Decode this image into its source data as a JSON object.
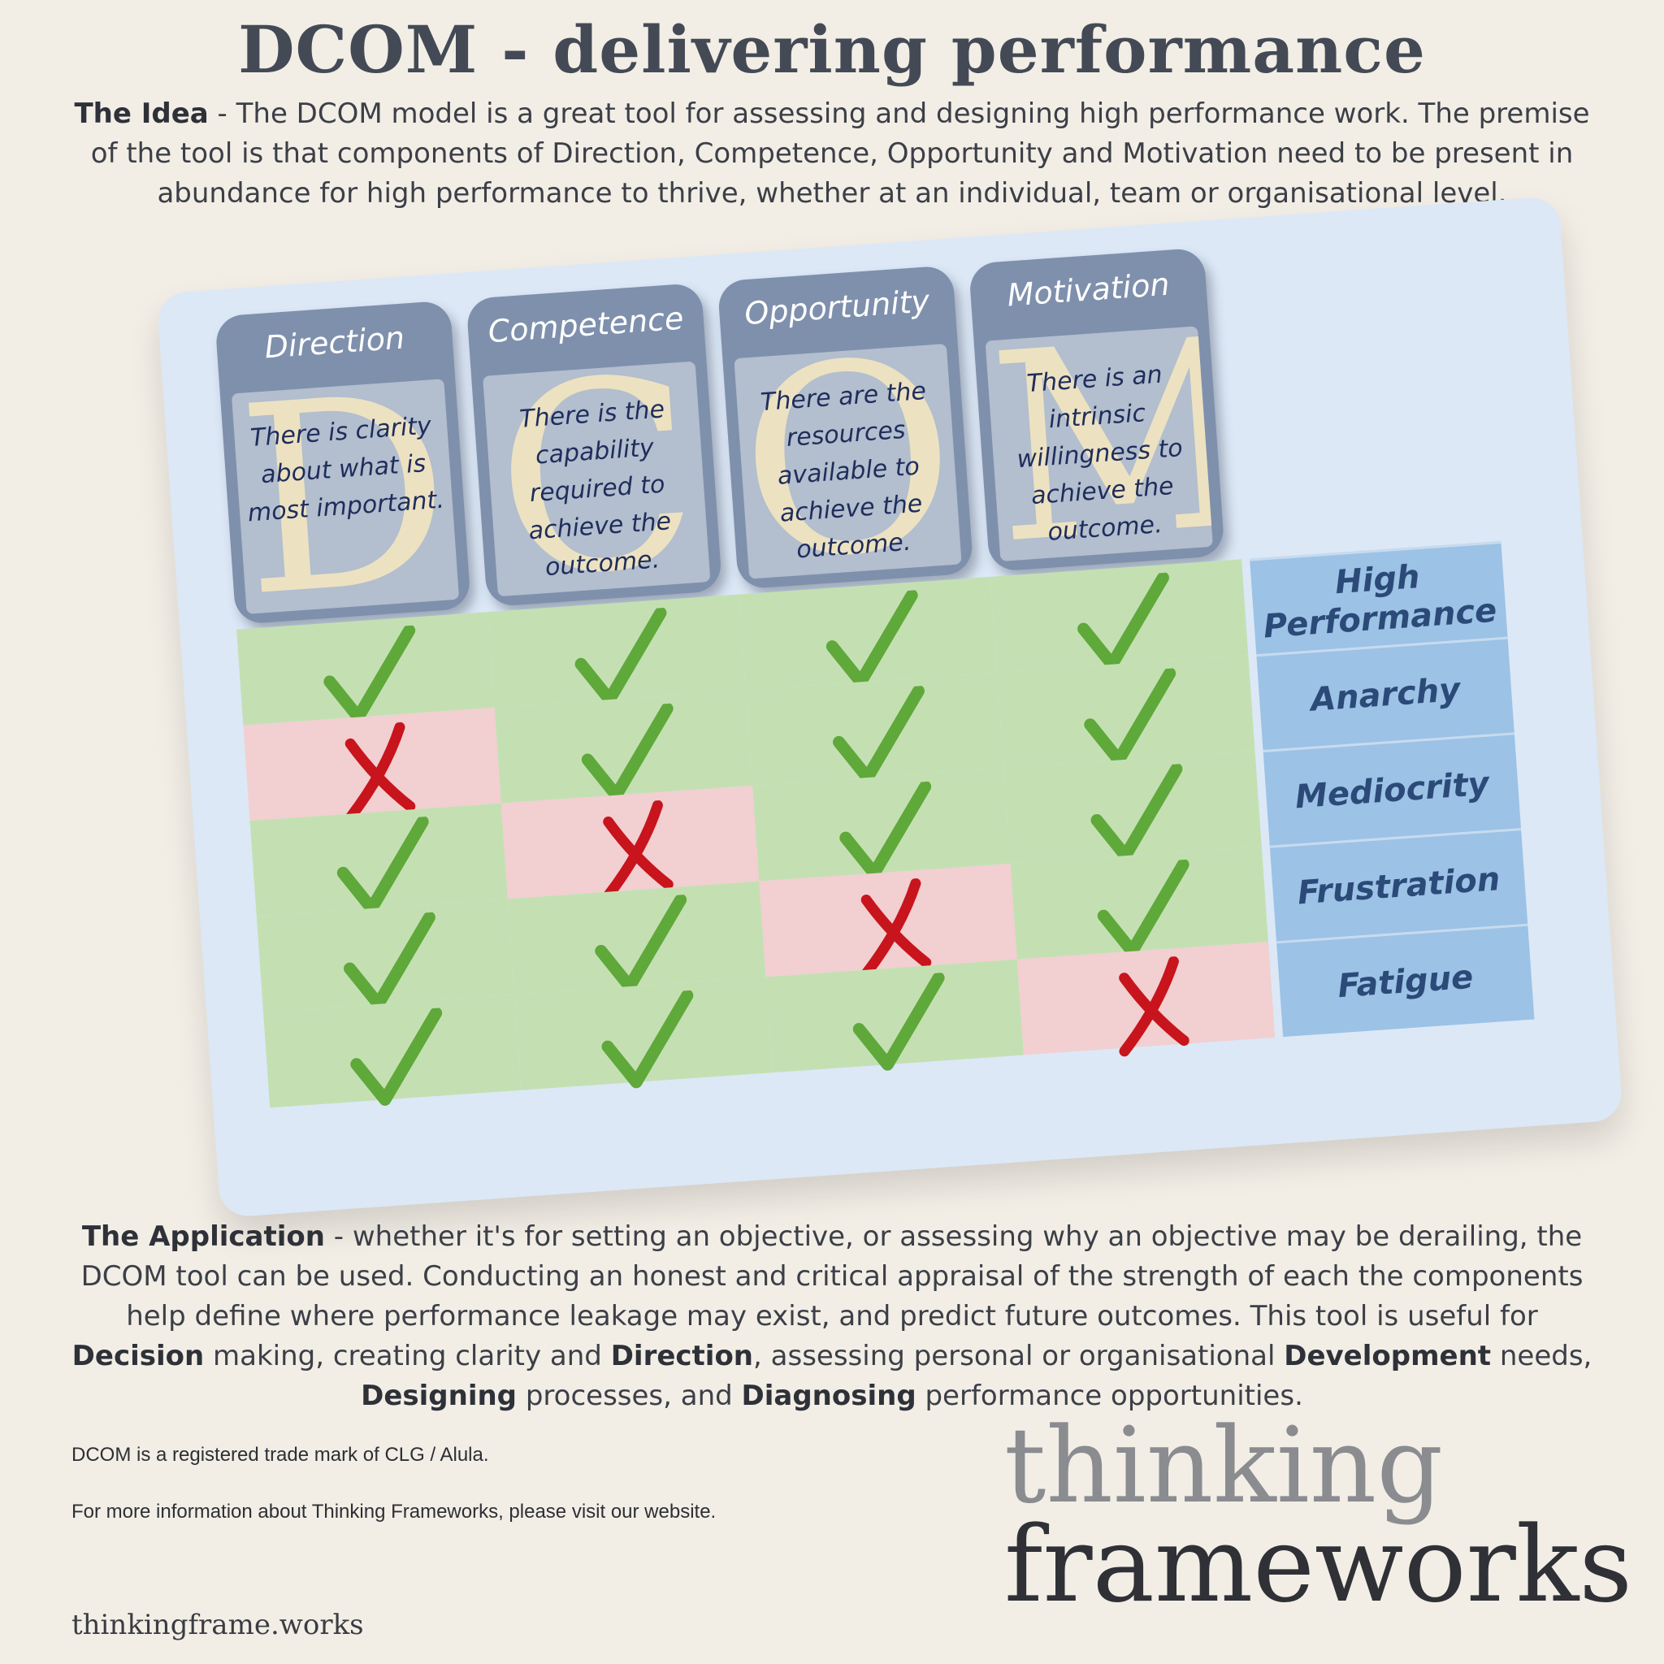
{
  "title": "DCOM - delivering performance",
  "idea": {
    "label": "The Idea",
    "text": " - The DCOM model is a great tool for assessing and designing high performance work.  The premise of the tool is that components of Direction, Competence, Opportunity and Motivation need to be present in abundance for high performance to thrive, whether at an individual, team or organisational level."
  },
  "columns": [
    {
      "name": "Direction",
      "letter": "D",
      "text": "There is clarity about what is most important."
    },
    {
      "name": "Competence",
      "letter": "C",
      "text": "There is the capability required to achieve the outcome."
    },
    {
      "name": "Opportunity",
      "letter": "O",
      "text": "There are the resources available to achieve the outcome."
    },
    {
      "name": "Motivation",
      "letter": "M",
      "text": "There is an intrinsic willingness to achieve the outcome."
    }
  ],
  "outcomes": [
    {
      "label": "High Performance",
      "marks": [
        "check",
        "check",
        "check",
        "check"
      ]
    },
    {
      "label": "Anarchy",
      "marks": [
        "cross",
        "check",
        "check",
        "check"
      ]
    },
    {
      "label": "Mediocrity",
      "marks": [
        "check",
        "cross",
        "check",
        "check"
      ]
    },
    {
      "label": "Frustration",
      "marks": [
        "check",
        "check",
        "cross",
        "check"
      ]
    },
    {
      "label": "Fatigue",
      "marks": [
        "check",
        "check",
        "check",
        "cross"
      ]
    }
  ],
  "application": {
    "label": "The Application",
    "text1": " -  whether it's for setting an objective, or assessing why an objective may be derailing, the DCOM tool can be used.  Conducting an honest and critical appraisal of the strength of each the components help define where performance leakage may exist, and predict future outcomes.  This tool is useful for ",
    "b1": "Decision",
    "t2": " making, creating clarity and ",
    "b2": "Direction",
    "t3": ", assessing personal or organisational ",
    "b3": "Development",
    "t4": " needs, ",
    "b4": "Designing",
    "t5": " processes, and ",
    "b5": "Diagnosing",
    "t6": " performance opportunities."
  },
  "footer": {
    "trademark": "DCOM is a registered trade mark of CLG / Alula.",
    "info": "For more information about Thinking Frameworks, please visit our website.",
    "website": "thinkingframe.works",
    "logo_line1": "thinking",
    "logo_line2": "frameworks"
  },
  "colors": {
    "check": "#5fa83a",
    "cross": "#c8141c",
    "green_cell": "#c4e0b3",
    "red_cell": "#f2cfd1",
    "outcome_cell": "#9cc2e6",
    "header": "#7f90ad"
  }
}
